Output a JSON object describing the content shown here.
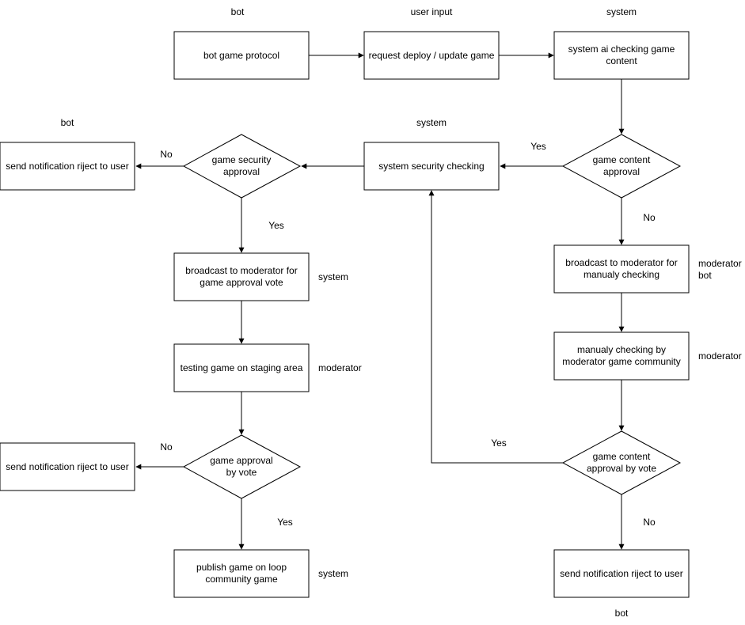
{
  "lanes": {
    "top_bot": "bot",
    "top_user_input": "user input",
    "top_system": "system",
    "mid_bot": "bot",
    "mid_system": "system",
    "bottom_bot": "bot"
  },
  "nodes": {
    "bot_protocol": [
      "bot game protocol"
    ],
    "request_deploy": [
      "request deploy / update game"
    ],
    "ai_check": [
      "system ai checking game",
      "content"
    ],
    "content_approval": [
      "game content",
      "approval"
    ],
    "security_check": [
      "system security checking"
    ],
    "security_approval": [
      "game security",
      "approval"
    ],
    "notify_reject_1": [
      "send notification riject to user"
    ],
    "broadcast_manual": [
      "broadcast to moderator for",
      "manualy checking"
    ],
    "manual_check": [
      "manualy checking by",
      "moderator game community"
    ],
    "content_vote": [
      "game content",
      "approval by vote"
    ],
    "notify_reject_3": [
      "send notification riject to user"
    ],
    "broadcast_vote": [
      "broadcast to moderator for",
      "game approval vote"
    ],
    "staging_test": [
      "testing game on staging area"
    ],
    "approval_vote": [
      "game approval",
      "by vote"
    ],
    "notify_reject_2": [
      "send notification riject to user"
    ],
    "publish": [
      "publish game on loop",
      "community game"
    ]
  },
  "role_labels": {
    "broadcast_vote_role": "system",
    "staging_role": "moderator",
    "publish_role": "system",
    "broadcast_manual_role_1": "moderator",
    "broadcast_manual_role_2": "bot",
    "manual_check_role": "moderator"
  },
  "edge_labels": {
    "content_yes": "Yes",
    "content_no": "No",
    "security_no": "No",
    "security_yes": "Yes",
    "vote_no": "No",
    "vote_yes": "Yes",
    "content_vote_yes": "Yes",
    "content_vote_no": "No"
  },
  "colors": {
    "stroke": "#000000",
    "fill": "#ffffff",
    "text": "#000000"
  }
}
